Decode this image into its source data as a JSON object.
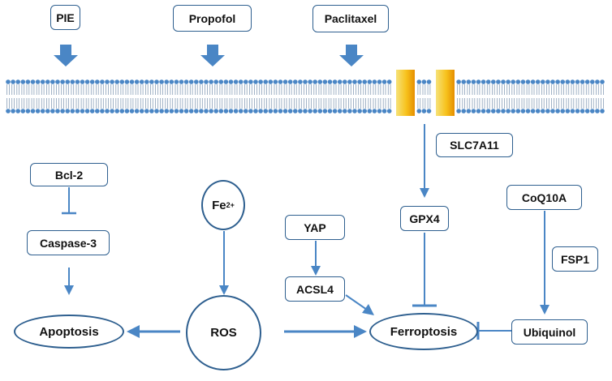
{
  "drugs": {
    "pie": "PIE",
    "propofol": "Propofol",
    "paclitaxel": "Paclitaxel"
  },
  "nodes": {
    "slc7a11": "SLC7A11",
    "gpx4": "GPX4",
    "coq10a": "CoQ10A",
    "fsp1": "FSP1",
    "ubiquinol": "Ubiquinol",
    "bcl2": "Bcl-2",
    "caspase3": "Caspase-3",
    "yap": "YAP",
    "acsl4": "ACSL4",
    "fe_base": "Fe",
    "fe_charge": "2+"
  },
  "outcomes": {
    "apoptosis": "Apoptosis",
    "ros": "ROS",
    "ferroptosis": "Ferroptosis"
  },
  "colors": {
    "accent": "#4a86c5",
    "border": "#2e5f8f",
    "channel": "#f5b400"
  }
}
